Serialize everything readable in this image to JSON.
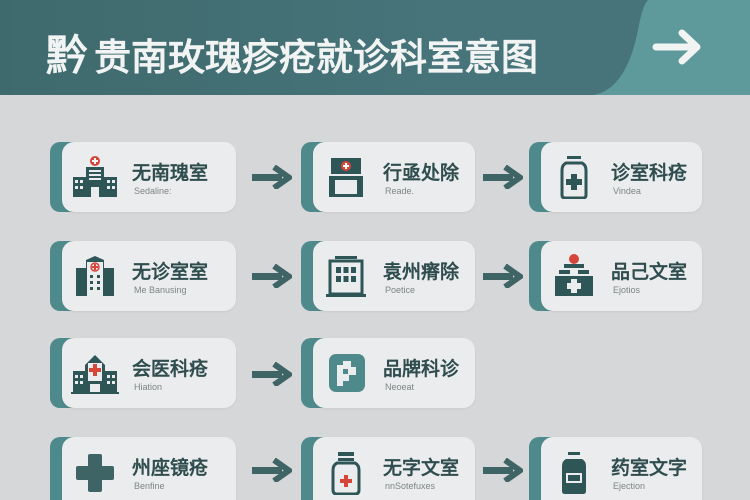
{
  "header": {
    "title_first_char": "黔",
    "title_rest": "贵南玫瑰疹疮就诊科室意图",
    "arrow_icon": "arrow-right-icon",
    "colors": {
      "background": "#426e72",
      "accent": "#5e9a9b",
      "text": "#f2f4f4"
    }
  },
  "colors": {
    "page_background": "#d6d7d8",
    "card_background": "#ebeced",
    "card_tab": "#4e8a8b",
    "text_dark": "#2f4d4e",
    "icon_red": "#d6453a",
    "arrow": "#3e6466"
  },
  "rows": [
    {
      "cards": [
        {
          "label": "无南瑰室",
          "sub": "Sedaline:",
          "icon": "hospital-building-icon"
        },
        {
          "label": "行亟处除",
          "sub": "Reade.",
          "icon": "clinic-icon"
        },
        {
          "label": "诊室科疮",
          "sub": "Vindea",
          "icon": "medicine-bottle-icon"
        }
      ]
    },
    {
      "cards": [
        {
          "label": "无诊室室",
          "sub": "Me Banusing",
          "icon": "hospital-tower-icon"
        },
        {
          "label": "袁州瘠除",
          "sub": "Poetice",
          "icon": "office-building-icon"
        },
        {
          "label": "品己文室",
          "sub": "Ejotios",
          "icon": "first-aid-kit-icon"
        }
      ]
    },
    {
      "cards": [
        {
          "label": "会医科疮",
          "sub": "Hiation",
          "icon": "hospital-cross-icon"
        },
        {
          "label": "品牌科诊",
          "sub": "Neoeat",
          "icon": "pharmacy-logo-icon"
        }
      ]
    },
    {
      "cards": [
        {
          "label": "州座镜疮",
          "sub": "Benfine",
          "icon": "medical-cross-icon"
        },
        {
          "label": "无字文室",
          "sub": "nnSotefuxes",
          "icon": "medicine-jar-icon"
        },
        {
          "label": "药室文字",
          "sub": "Ejection",
          "icon": "pill-bottle-icon"
        }
      ]
    }
  ]
}
